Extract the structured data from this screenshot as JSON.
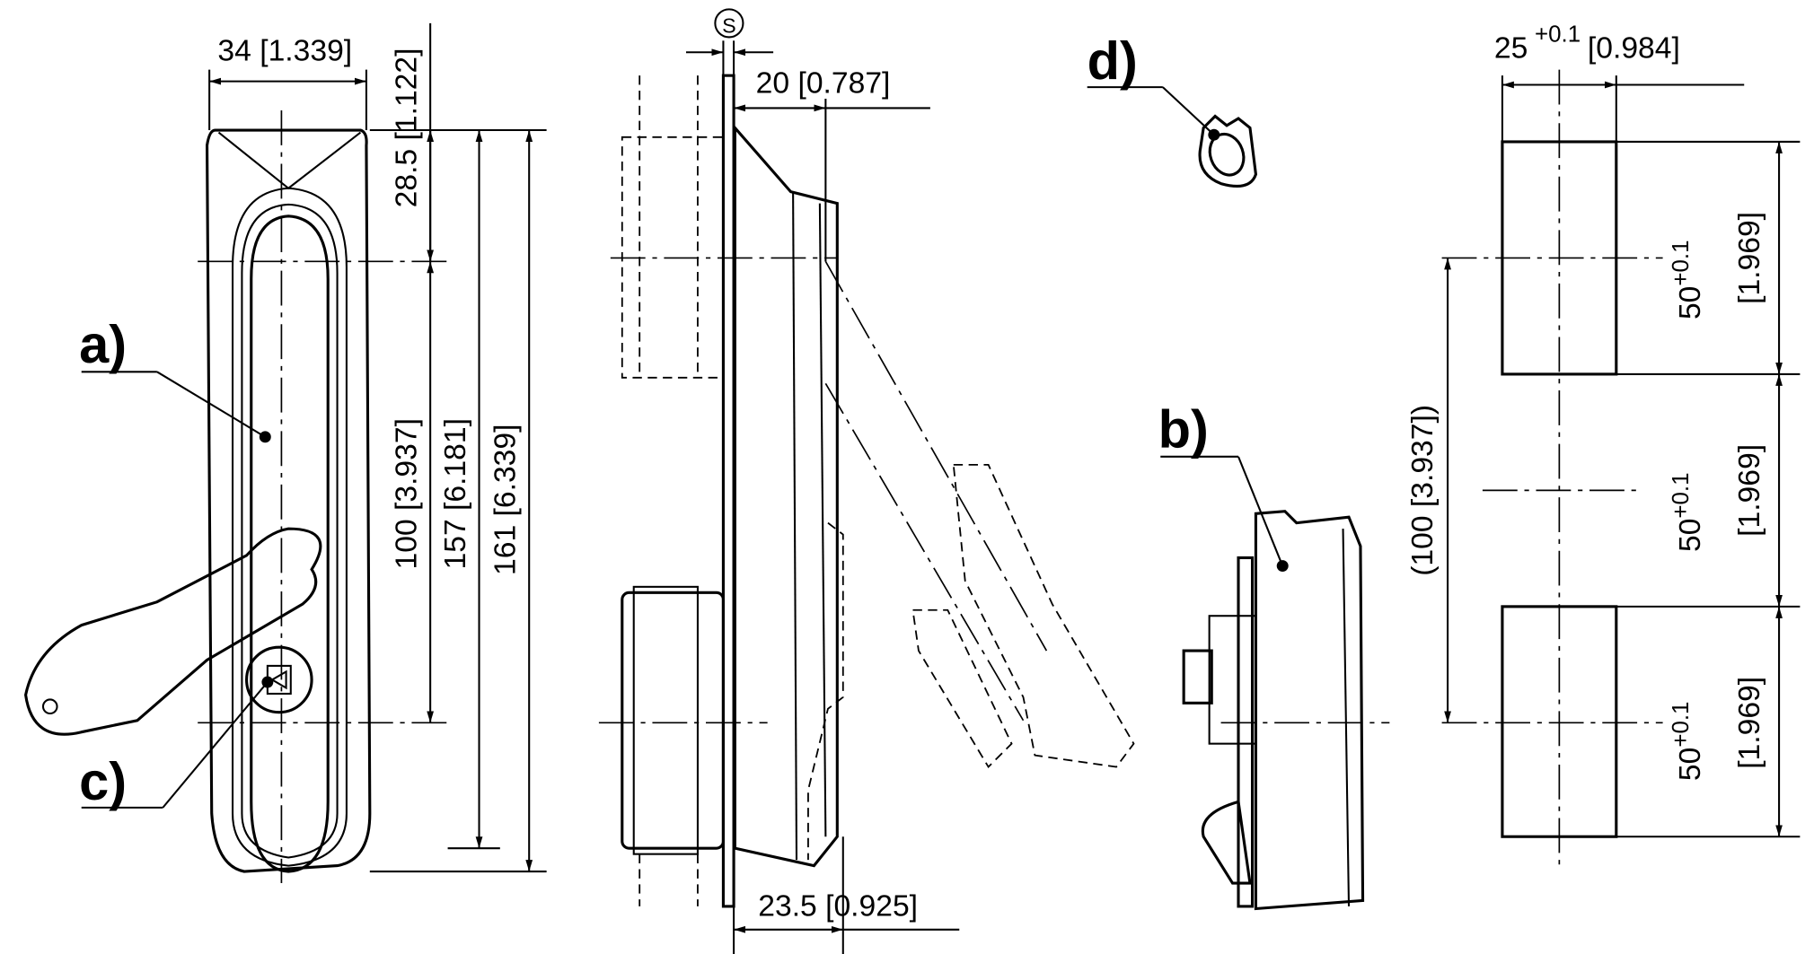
{
  "drawing": {
    "labels": {
      "a": "a)",
      "b": "b)",
      "c": "c)",
      "d": "d)"
    },
    "front_view": {
      "width_dim": "34 [1.339]",
      "dim_top": "28.5 [1.122]",
      "dim_center": "100 [3.937]",
      "dim_157": "157 [6.181]",
      "dim_161": "161 [6.339]"
    },
    "side_view": {
      "s_symbol": "S",
      "depth_top": "20 [0.787]",
      "depth_bottom": "23.5 [0.925]"
    },
    "cutout": {
      "width_base": "25",
      "width_tol": "+0.1",
      "width_in": "[0.984]",
      "pitch": "(100 [3.937])",
      "height_base": "50",
      "height_tol": "+0.1",
      "height_in": "[1.969]"
    }
  }
}
